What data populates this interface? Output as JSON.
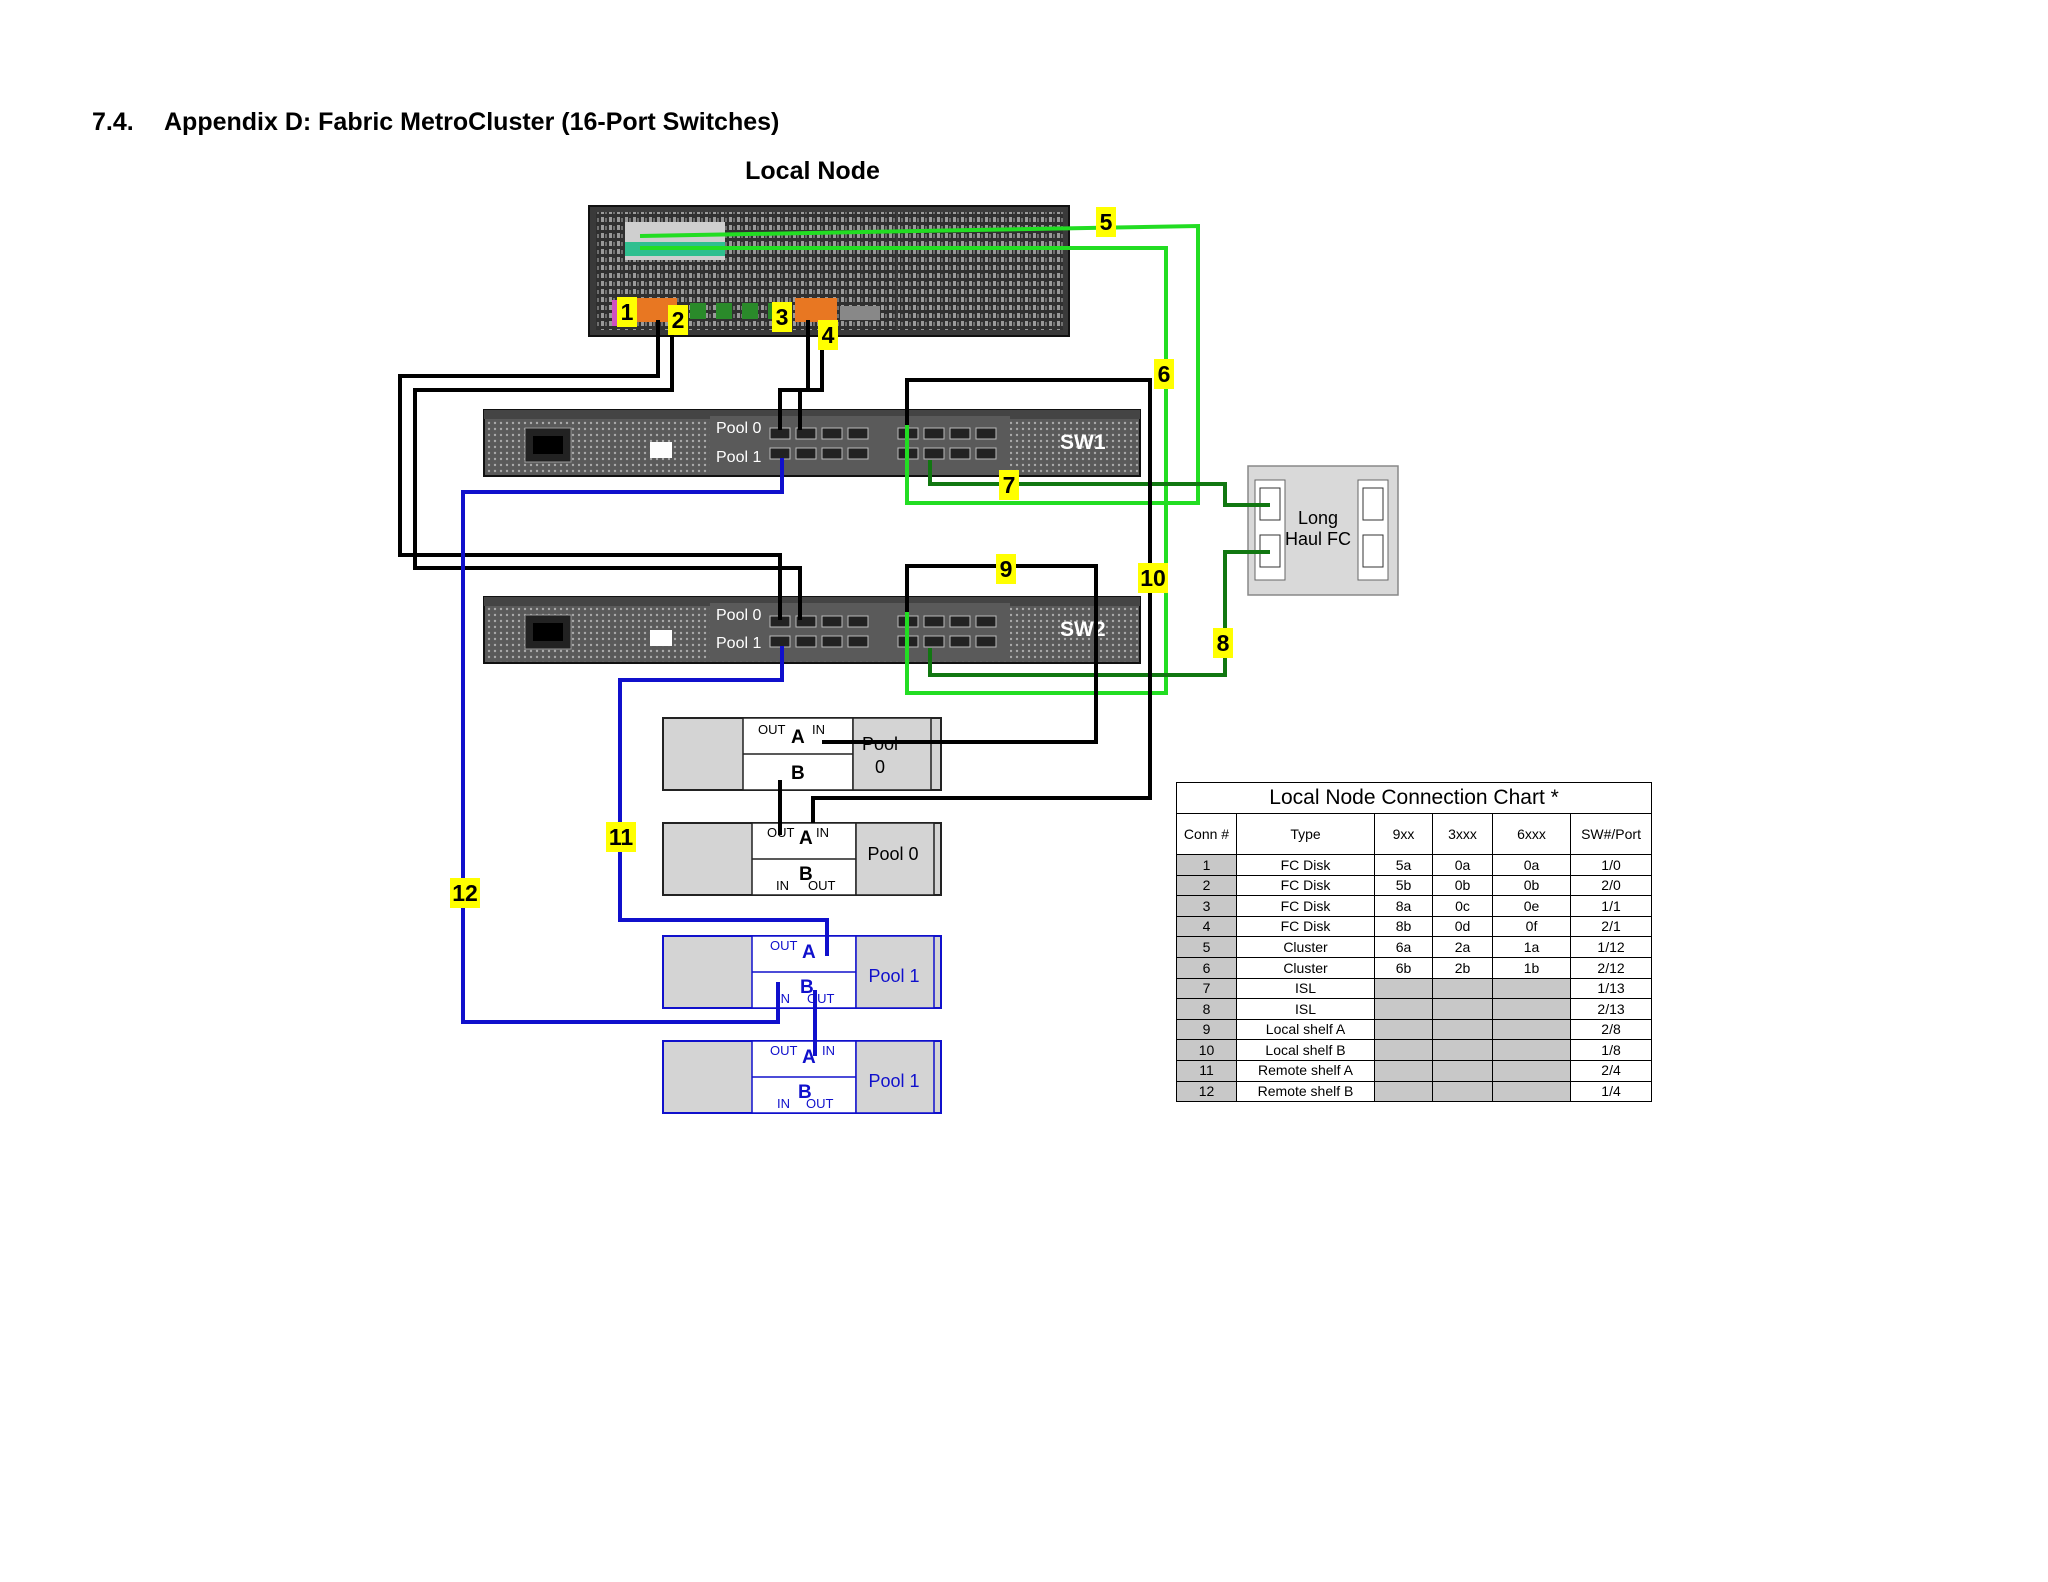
{
  "section": {
    "number": "7.4.",
    "title": "Appendix D: Fabric MetroCluster (16-Port Switches)"
  },
  "diagram": {
    "title": "Local Node",
    "switch1_label": "SW1",
    "switch2_label": "SW2",
    "pool0_label": "Pool 0",
    "pool1_label": "Pool 1",
    "long_haul_line1": "Long",
    "long_haul_line2": "Haul FC",
    "shelf_pool0_top_a": "Pool",
    "shelf_pool0_top_b": "0",
    "shelf_pool0_second": "Pool 0",
    "shelf_pool1_first": "Pool 1",
    "shelf_pool1_second": "Pool 1",
    "port_out": "OUT",
    "port_in": "IN",
    "module_a": "A",
    "module_b": "B",
    "conn_labels": [
      "1",
      "2",
      "3",
      "4",
      "5",
      "6",
      "7",
      "8",
      "9",
      "10",
      "11",
      "12"
    ],
    "colors": {
      "cable_black": "#000000",
      "cable_green_light": "#22dd22",
      "cable_green_dark": "#117711",
      "cable_blue": "#1010cc",
      "label_bg": "#ffff00",
      "device_grey": "#6e6e6e"
    }
  },
  "table": {
    "caption": "Local Node Connection Chart *",
    "headers": [
      "Conn #",
      "Type",
      "9xx",
      "3xxx",
      "6xxx",
      "SW#/Port"
    ],
    "rows": [
      [
        "1",
        "FC Disk",
        "5a",
        "0a",
        "0a",
        "1/0"
      ],
      [
        "2",
        "FC Disk",
        "5b",
        "0b",
        "0b",
        "2/0"
      ],
      [
        "3",
        "FC Disk",
        "8a",
        "0c",
        "0e",
        "1/1"
      ],
      [
        "4",
        "FC Disk",
        "8b",
        "0d",
        "0f",
        "2/1"
      ],
      [
        "5",
        "Cluster",
        "6a",
        "2a",
        "1a",
        "1/12"
      ],
      [
        "6",
        "Cluster",
        "6b",
        "2b",
        "1b",
        "2/12"
      ],
      [
        "7",
        "ISL",
        "",
        "",
        "",
        "1/13"
      ],
      [
        "8",
        "ISL",
        "",
        "",
        "",
        "2/13"
      ],
      [
        "9",
        "Local shelf A",
        "",
        "",
        "",
        "2/8"
      ],
      [
        "10",
        "Local shelf B",
        "",
        "",
        "",
        "1/8"
      ],
      [
        "11",
        "Remote shelf A",
        "",
        "",
        "",
        "2/4"
      ],
      [
        "12",
        "Remote shelf B",
        "",
        "",
        "",
        "1/4"
      ]
    ]
  }
}
